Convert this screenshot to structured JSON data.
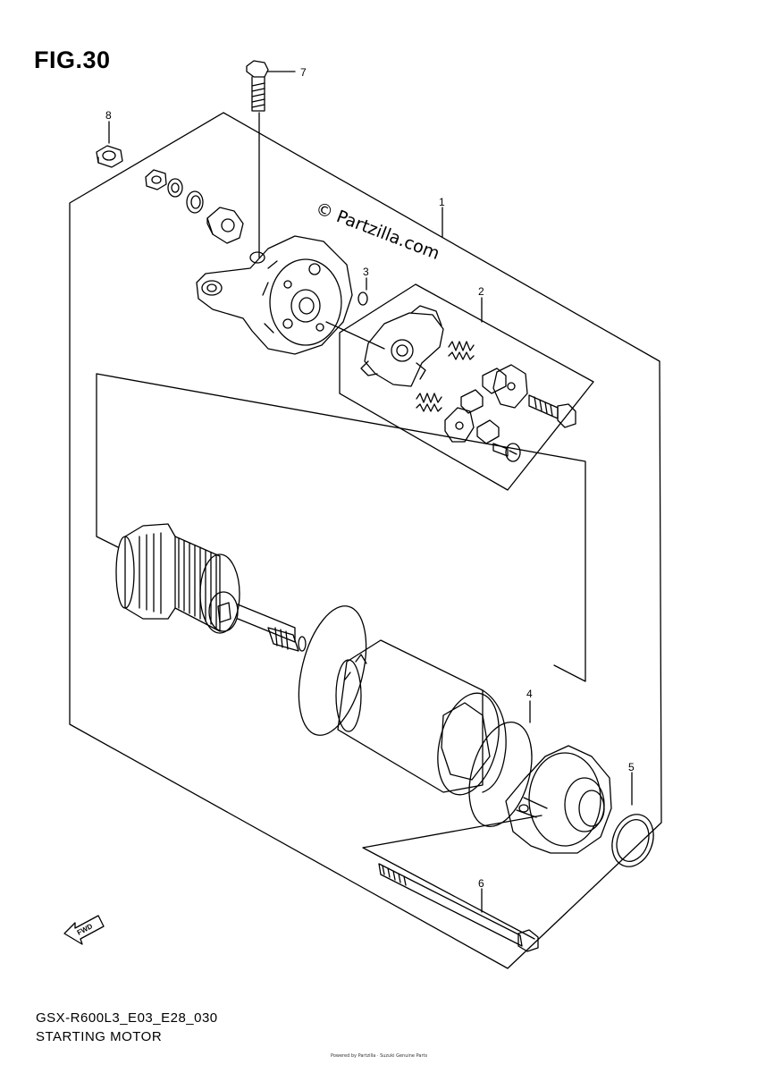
{
  "figure": {
    "title": "FIG.30",
    "code": "GSX-R600L3_E03_E28_030",
    "name": "STARTING MOTOR",
    "watermark": "© Partzilla.com",
    "fine_print": "Powered by Partzilla · Suzuki Genuine Parts",
    "direction_label": "FWD"
  },
  "callouts": [
    "1",
    "2",
    "3",
    "4",
    "5",
    "6",
    "7",
    "8"
  ],
  "colors": {
    "line": "#000000",
    "background": "#ffffff"
  }
}
